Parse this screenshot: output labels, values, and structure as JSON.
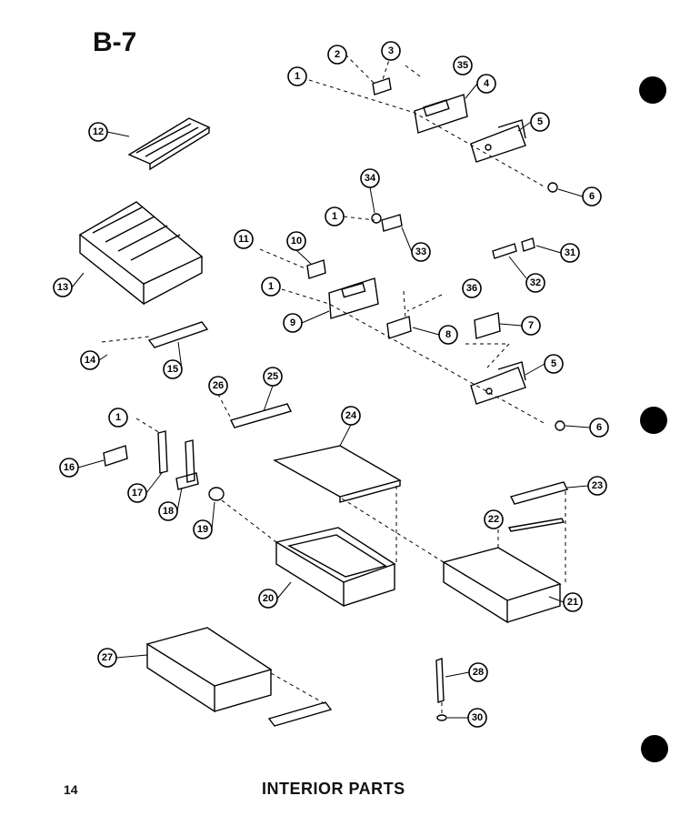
{
  "header": {
    "page_code": "B-7"
  },
  "footer": {
    "page_number": "14",
    "title": "INTERIOR PARTS"
  },
  "colors": {
    "ink": "#000000",
    "paper": "#ffffff"
  },
  "callouts": [
    "1",
    "2",
    "3",
    "35",
    "4",
    "5",
    "6",
    "12",
    "34",
    "1",
    "33",
    "31",
    "32",
    "11",
    "10",
    "1",
    "36",
    "9",
    "8",
    "7",
    "13",
    "14",
    "15",
    "5",
    "6",
    "26",
    "25",
    "24",
    "1",
    "23",
    "16",
    "17",
    "18",
    "19",
    "22",
    "20",
    "21",
    "27",
    "28",
    "30"
  ]
}
